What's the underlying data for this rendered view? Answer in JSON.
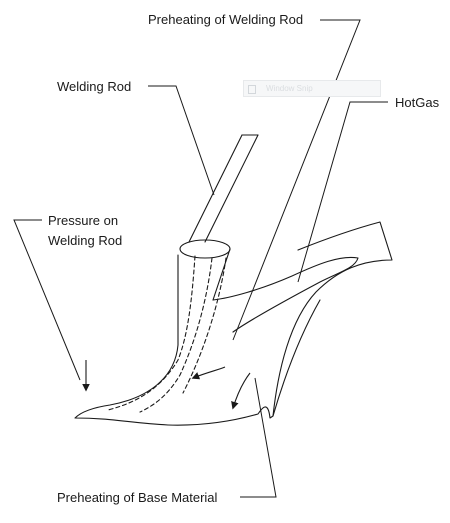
{
  "labels": {
    "preheating_rod": "Preheating of Welding Rod",
    "welding_rod": "Welding Rod",
    "hot_gas": "HotGas",
    "pressure_line1": "Pressure on",
    "pressure_line2": "Welding Rod",
    "preheating_base": "Preheating of Base Material"
  },
  "overlay": {
    "window_snip": "Window Snip"
  },
  "colors": {
    "ink": "#1a1a1a",
    "background": "#ffffff"
  }
}
